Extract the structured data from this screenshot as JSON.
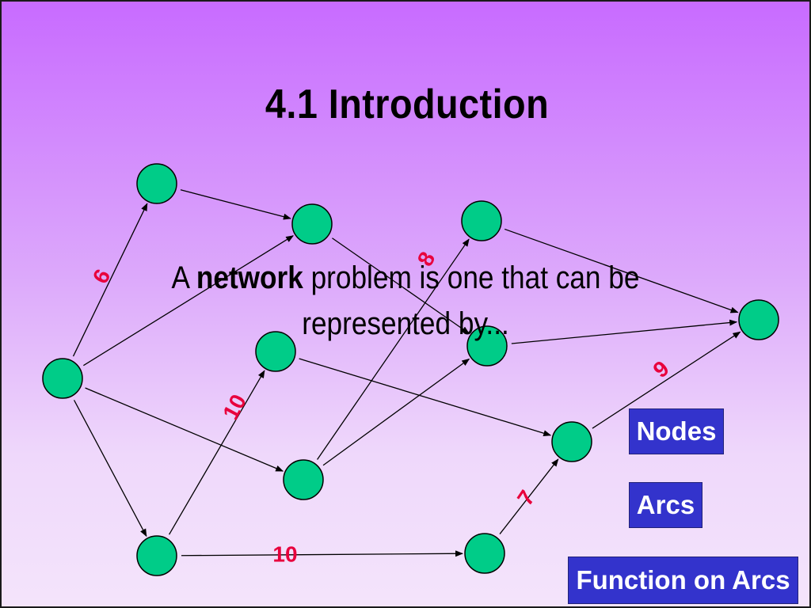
{
  "slide": {
    "title": "4.1  Introduction",
    "body": {
      "prefix": "A ",
      "bold": "network",
      "suffix": " problem is one that can be",
      "line2": "represented by..."
    },
    "labels": {
      "nodes": "Nodes",
      "arcs": "Arcs",
      "function": "Function on Arcs"
    },
    "colors": {
      "node_fill": "#00cc88",
      "weight_text": "#e8003c",
      "label_box": "#3333cc"
    }
  },
  "diagram": {
    "nodes": [
      "n1",
      "n2",
      "n3",
      "n4",
      "n5",
      "n6",
      "n7",
      "n8",
      "n9",
      "n10",
      "n11"
    ],
    "arcs": [
      {
        "from": "n2",
        "to": "n1",
        "weight": "6"
      },
      {
        "from": "n1",
        "to": "n3"
      },
      {
        "from": "n2",
        "to": "n3"
      },
      {
        "from": "n2",
        "to": "n4"
      },
      {
        "from": "n2",
        "to": "n5"
      },
      {
        "from": "n3",
        "to": "n8"
      },
      {
        "from": "n5",
        "to": "n6",
        "weight": "10"
      },
      {
        "from": "n4",
        "to": "n7",
        "weight": "8"
      },
      {
        "from": "n4",
        "to": "n8"
      },
      {
        "from": "n6",
        "to": "n9"
      },
      {
        "from": "n7",
        "to": "n11"
      },
      {
        "from": "n8",
        "to": "n11"
      },
      {
        "from": "n5",
        "to": "n10",
        "weight": "10"
      },
      {
        "from": "n10",
        "to": "n9",
        "weight": "7"
      },
      {
        "from": "n9",
        "to": "n11",
        "weight": "9"
      }
    ]
  }
}
